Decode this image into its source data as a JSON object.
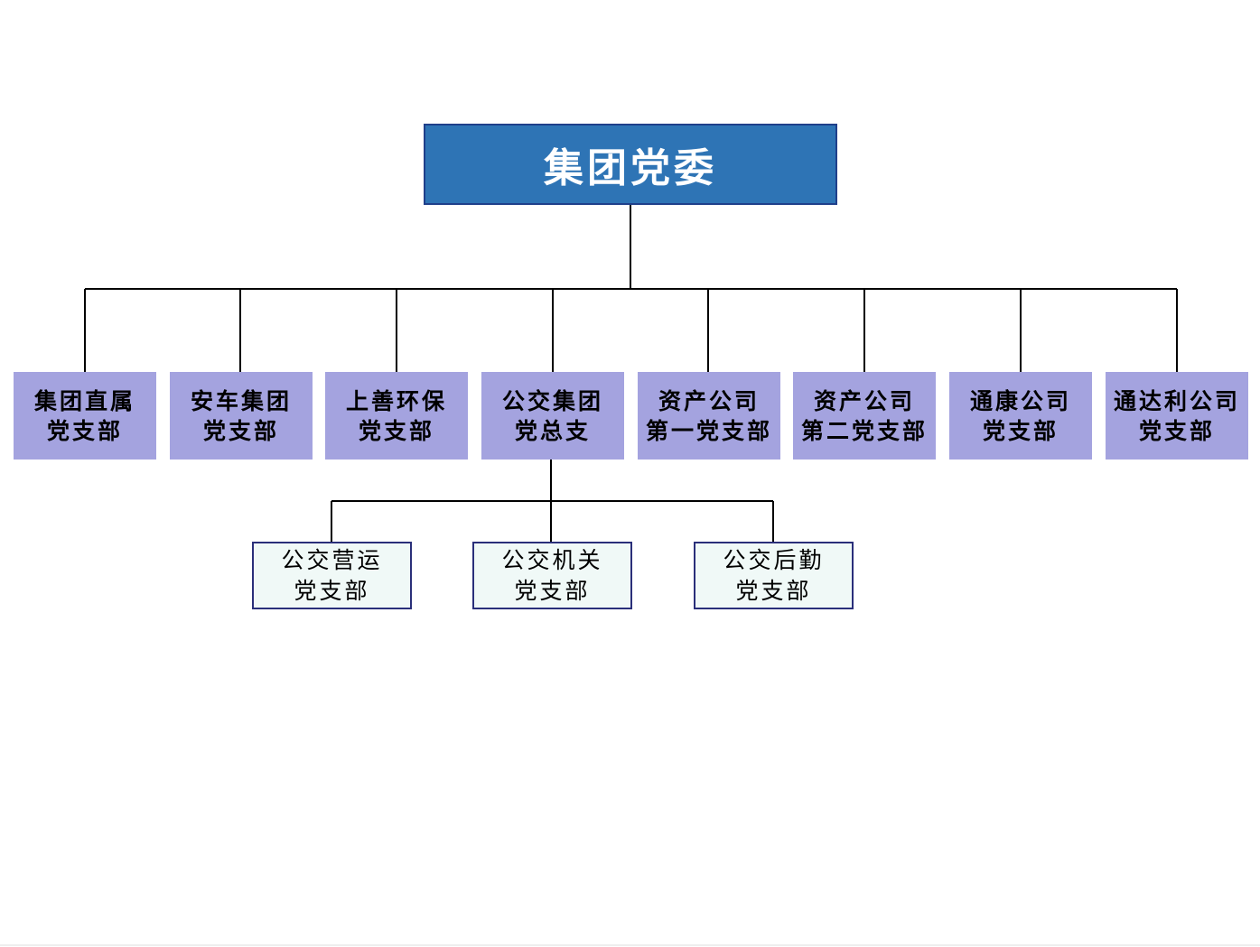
{
  "chart": {
    "root": {
      "label": "集团党委"
    },
    "branches": [
      {
        "line1": "集团直属",
        "line2": "党支部"
      },
      {
        "line1": "安车集团",
        "line2": "党支部"
      },
      {
        "line1": "上善环保",
        "line2": "党支部"
      },
      {
        "line1": "公交集团",
        "line2": "党总支"
      },
      {
        "line1": "资产公司",
        "line2": "第一党支部"
      },
      {
        "line1": "资产公司",
        "line2": "第二党支部"
      },
      {
        "line1": "通康公司",
        "line2": "党支部"
      },
      {
        "line1": "通达利公司",
        "line2": "党支部"
      }
    ],
    "sub_branches": [
      {
        "line1": "公交营运",
        "line2": "党支部"
      },
      {
        "line1": "公交机关",
        "line2": "党支部"
      },
      {
        "line1": "公交后勤",
        "line2": "党支部"
      }
    ]
  },
  "colors": {
    "root_fill": "#2e74b5",
    "root_border": "#1f3f8a",
    "root_text": "#ffffff",
    "branch_fill": "#a4a3df",
    "sub_fill": "#f0f9f7",
    "sub_border": "#2a2f7a",
    "connector": "#000000"
  }
}
